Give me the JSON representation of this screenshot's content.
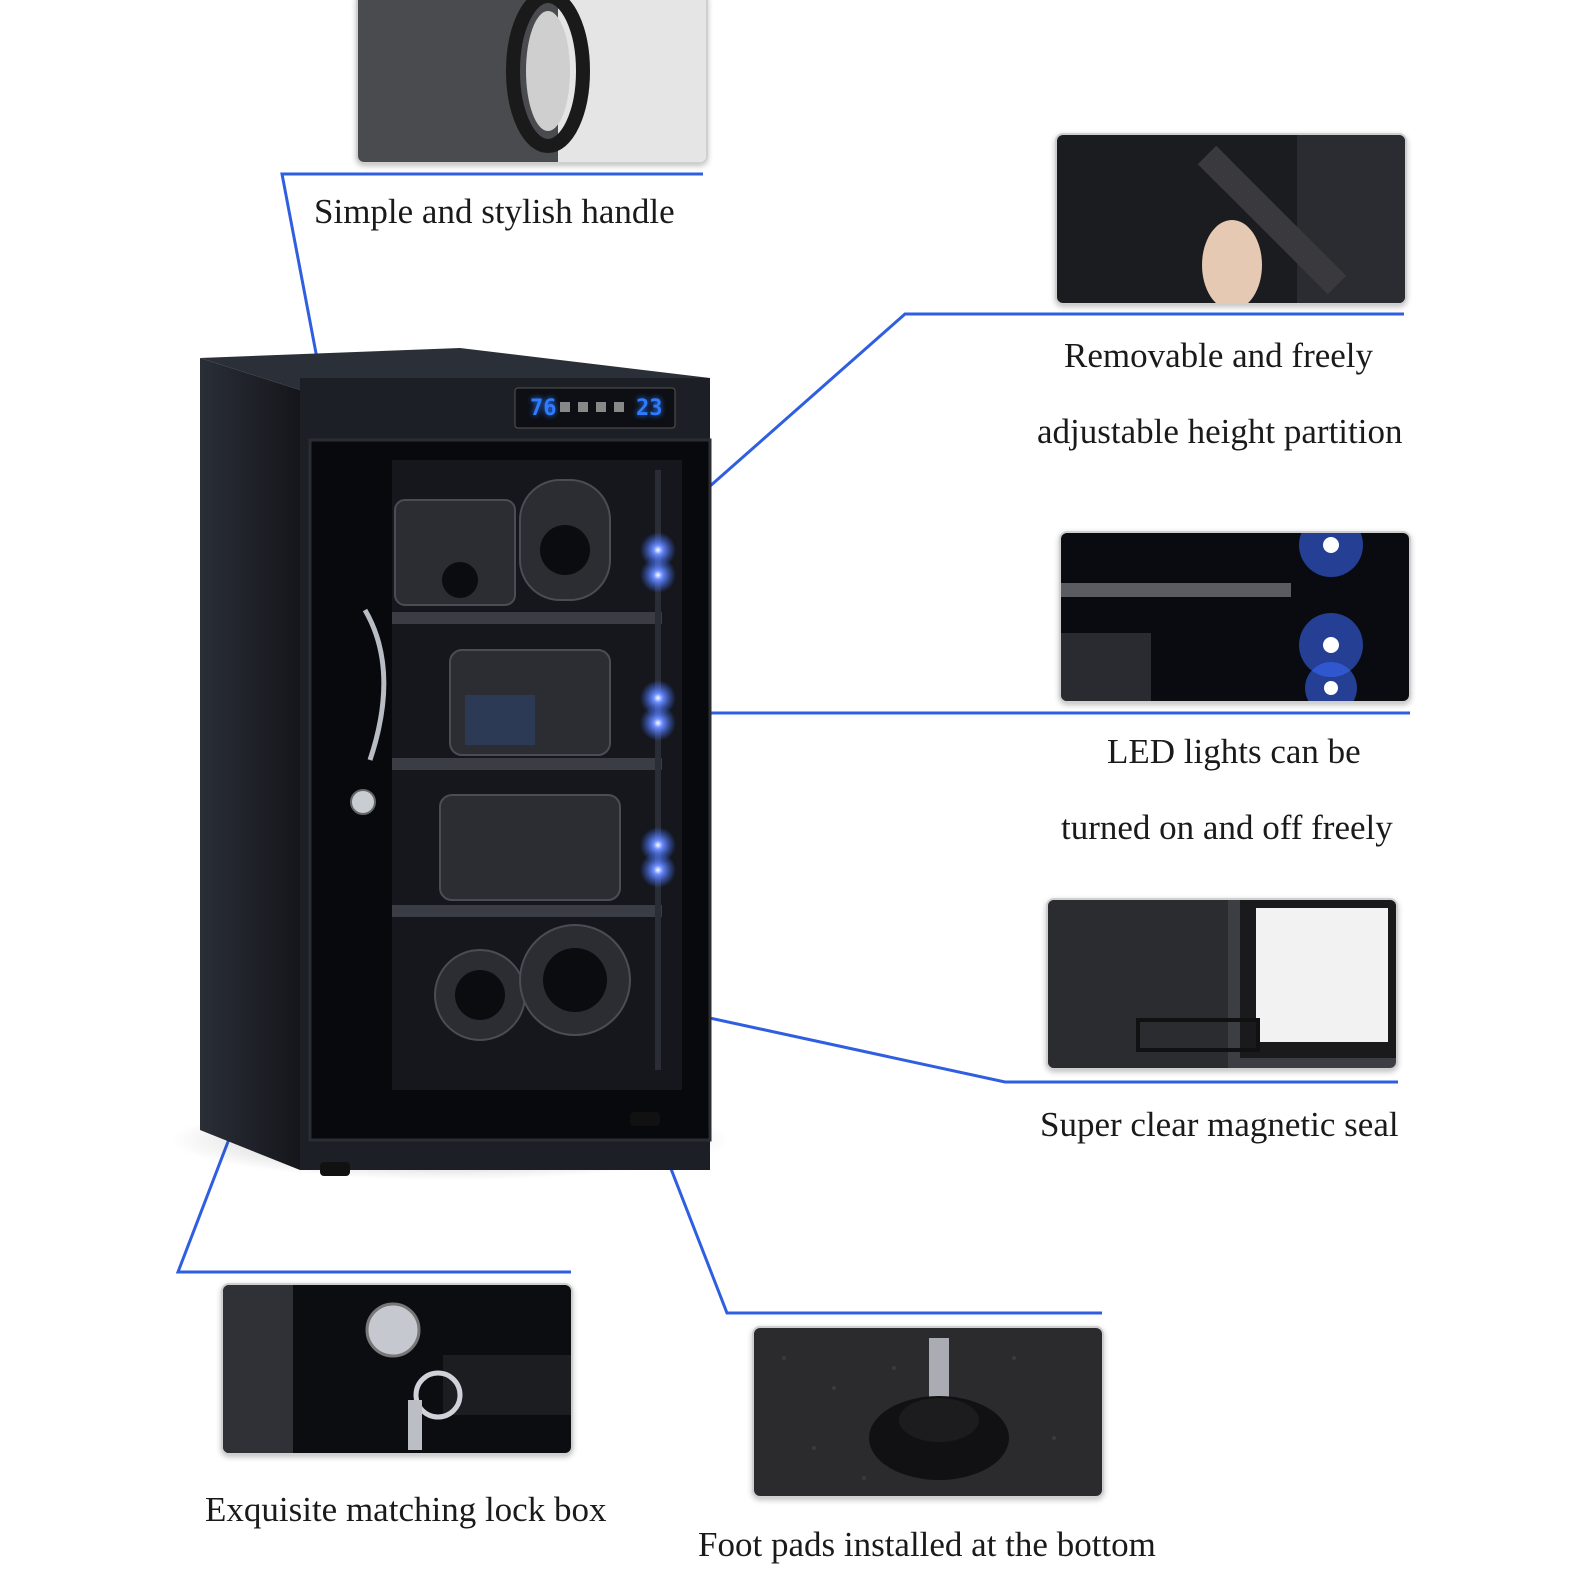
{
  "colors": {
    "leader_line": "#2f5fe0",
    "led_glow": "#3a6bff",
    "cabinet_body": "#1c1f26",
    "display_digits": "#2f7bff"
  },
  "display": {
    "humidity": "76",
    "temperature": "23"
  },
  "features": {
    "handle": "Simple and stylish handle",
    "partition_line1": "Removable and freely",
    "partition_line2": "adjustable height partition",
    "led_line1": "LED lights can be",
    "led_line2": "turned on and off freely",
    "seal": "Super clear magnetic seal",
    "lock": "Exquisite matching lock box",
    "foot": "Foot pads installed at the bottom"
  }
}
